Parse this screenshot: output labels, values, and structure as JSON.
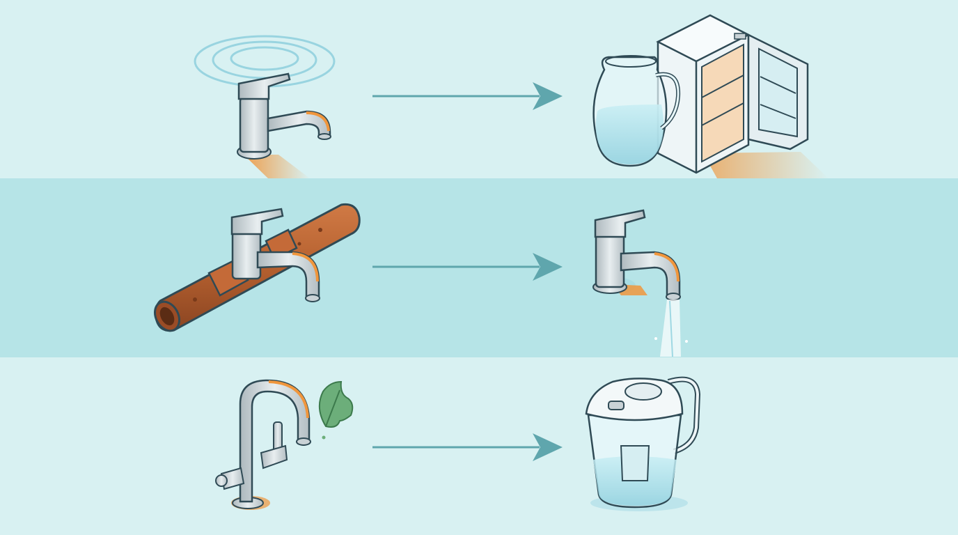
{
  "rows": [
    {
      "from": "faucet-with-swirl",
      "to": "pitcher-and-refrigerator"
    },
    {
      "from": "faucet-on-copper-pipe",
      "to": "faucet-running-water"
    },
    {
      "from": "gooseneck-faucet-with-leaf",
      "to": "filter-pitcher"
    }
  ],
  "colors": {
    "band_light": "#d8f1f2",
    "band_mid": "#b6e4e7",
    "arrow": "#5fa6ad",
    "metal": "#c9d2d6",
    "outline": "#2f4a55",
    "accent_orange": "#f0963c",
    "copper": "#b8653a",
    "water": "#9fd8e3",
    "leaf": "#6cae7a"
  }
}
